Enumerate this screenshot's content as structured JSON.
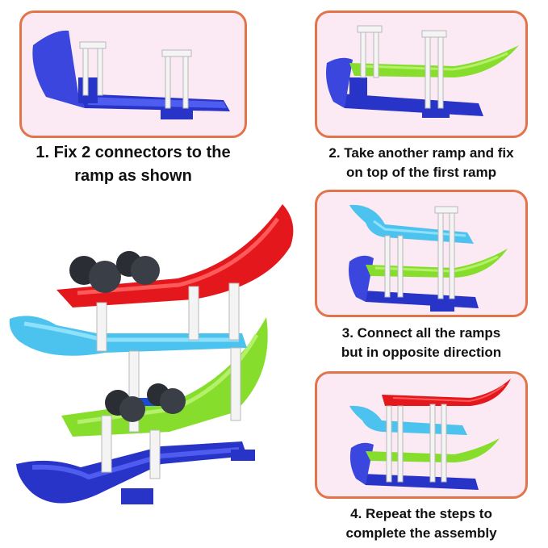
{
  "steps": [
    {
      "lines": [
        "1. Fix 2 connectors to the",
        "ramp as shown"
      ]
    },
    {
      "lines": [
        "2. Take another ramp and fix",
        "on top of the first ramp"
      ]
    },
    {
      "lines": [
        "3. Connect all the ramps",
        "but in opposite direction"
      ]
    },
    {
      "lines": [
        "4. Repeat the steps to",
        "complete the assembly"
      ]
    }
  ],
  "colors": {
    "panel_border": "#e2744a",
    "panel_bg": "#fbe9f4",
    "ramp_blue": "#2833c8",
    "ramp_green": "#86dd2c",
    "ramp_cyan": "#4cc3ee",
    "ramp_red": "#e4181c",
    "connector_white": "#f4f4f4",
    "wheel_dark": "#2a2d33",
    "axle_yellow": "#f4d316"
  }
}
